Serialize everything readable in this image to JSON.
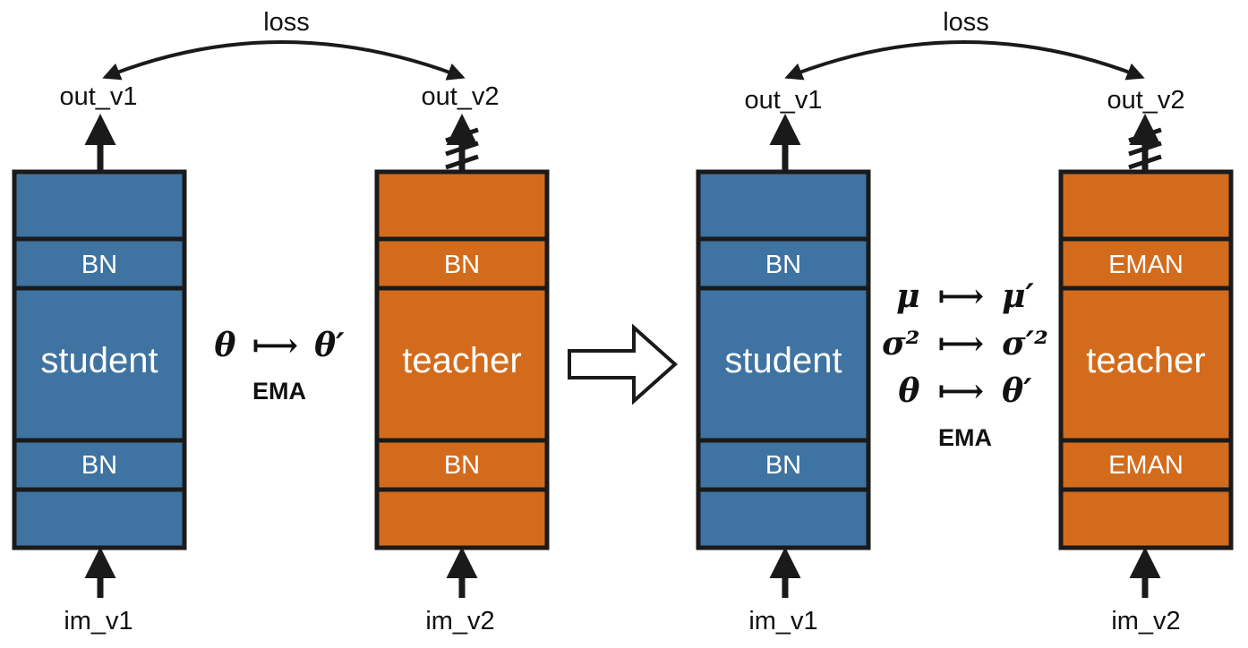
{
  "colors": {
    "student": "#3f73a1",
    "teacher": "#d36b1c",
    "stroke": "#1a1a1a"
  },
  "left": {
    "loss": "loss",
    "student": {
      "out": "out_v1",
      "in": "im_v1",
      "name": "student",
      "norm_top": "BN",
      "norm_bottom": "BN"
    },
    "teacher": {
      "out": "out_v2",
      "in": "im_v2",
      "name": "teacher",
      "norm_top": "BN",
      "norm_bottom": "BN"
    },
    "ema_lines": [
      {
        "from": "θ",
        "arrow": "⟼",
        "to": "θ′"
      }
    ],
    "ema_label": "EMA"
  },
  "right": {
    "loss": "loss",
    "student": {
      "out": "out_v1",
      "in": "im_v1",
      "name": "student",
      "norm_top": "BN",
      "norm_bottom": "BN"
    },
    "teacher": {
      "out": "out_v2",
      "in": "im_v2",
      "name": "teacher",
      "norm_top": "EMAN",
      "norm_bottom": "EMAN"
    },
    "ema_lines": [
      {
        "from": "μ",
        "arrow": "⟼",
        "to": "μ′"
      },
      {
        "from": "σ²",
        "arrow": "⟼",
        "to": "σ′²"
      },
      {
        "from": "θ",
        "arrow": "⟼",
        "to": "θ′"
      }
    ],
    "ema_label": "EMA"
  },
  "transition_icon": "hollow-right-arrow-icon"
}
